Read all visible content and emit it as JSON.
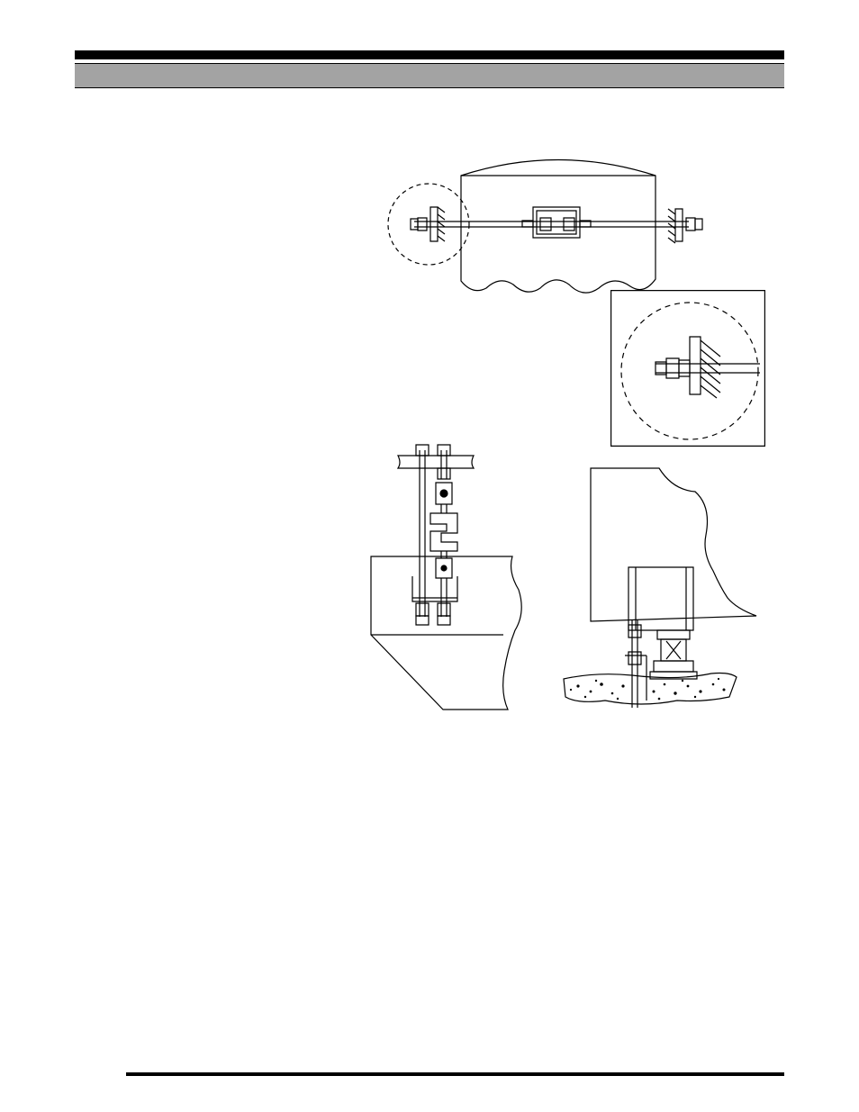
{
  "page": {
    "header_band_color": "#a3a3a3",
    "rule_color": "#000000"
  },
  "figures": {
    "tension_rod": {
      "icon": "tension-rod-installation-drawing"
    },
    "detail_inset": {
      "icon": "wall-anchor-detail-drawing"
    },
    "hanging_load_cell": {
      "icon": "hanging-load-cell-drawing"
    },
    "floor_mount": {
      "icon": "floor-mount-load-cell-drawing"
    }
  }
}
